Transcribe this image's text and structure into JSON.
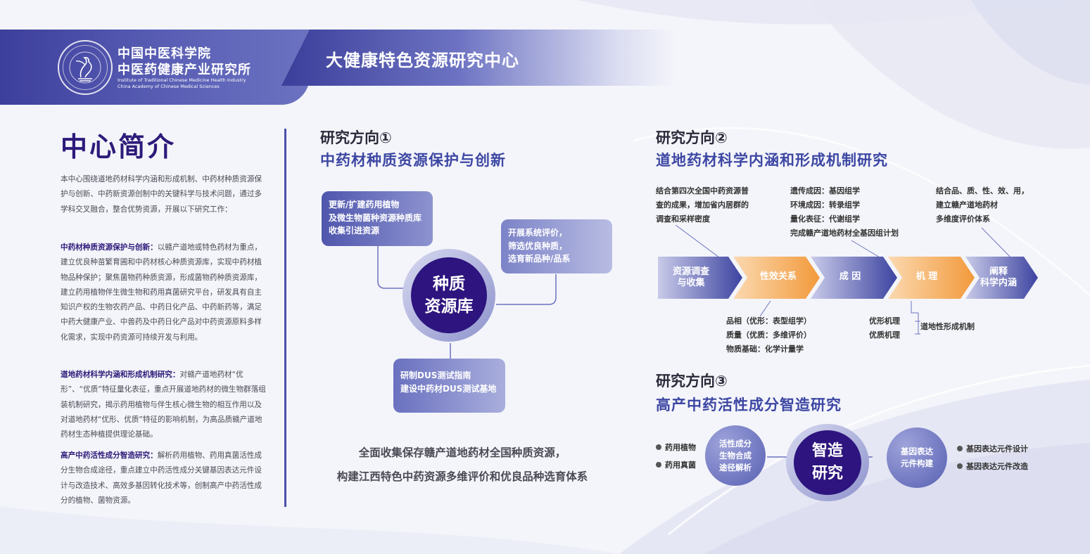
{
  "header": {
    "org_name_line1": "中国中医科学院",
    "org_name_line2": "中医药健康产业研究所",
    "org_en_line1": "Institute of Traditional Chinese Medicine Health Industry",
    "org_en_line2": "China Academy of Chinese Medical Sciences",
    "center_title": "大健康特色资源研究中心"
  },
  "intro": {
    "title": "中心简介",
    "paragraph": "本中心围绕道地药材科学内涵和形成机制、中药材种质资源保护与创新、中药新资源创制中的关键科学与技术问题，通过多学科交叉融合，整合优势资源，开展以下研究工作：",
    "items": [
      {
        "heading": "中药材种质资源保护与创新：",
        "text": "以赣产道地或特色药材为重点，建立优良种苗繁育圃和中药材核心种质资源库，实现中药材植物品种保护；聚焦菌物药种质资源，形成菌物药种质资源库，建立药用植物伴生微生物和药用真菌研究平台，研发具有自主知识产权的生物农药产品、中药日化产品、中药新药等，满足中药大健康产业、中兽药及中药日化产品对中药资源原料多样化需求，实现中药资源可持续开发与利用。"
      },
      {
        "heading": "道地药材科学内涵和形成机制研究：",
        "text": "对赣产道地药材“优形”、“优质”特征量化表征，重点开展道地药材的微生物群落组装机制研究，揭示药用植物与伴生核心微生物的相互作用以及对道地药材“优形、优质”特征的影响机制，为高品质赣产道地药材生态种植提供理论基础。"
      },
      {
        "heading": "高产中药活性成分智造研究：",
        "text": "解析药用植物、药用真菌活性成分生物合成途径，重点建立中药活性成分关键基因表达元件设计与改造技术、高效多基因转化技术等，创制高产中药活性成分的植物、菌物资源。"
      }
    ]
  },
  "dir1": {
    "title": "研究方向①",
    "subtitle": "中药材种质资源保护与创新",
    "box_a": [
      "更新/扩建药用植物",
      "及微生物菌种资源种质库",
      "收集引进资源"
    ],
    "box_b": [
      "开展系统评价，",
      "筛选优良种质，",
      "选育新品种/品系"
    ],
    "box_c": [
      "研制DUS测试指南",
      "建设中药材DUS测试基地"
    ],
    "core": [
      "种质",
      "资源库"
    ],
    "summary_line1": "全面收集保存赣产道地药材全国种质资源，",
    "summary_line2": "构建江西特色中药资源多维评价和优良品种选育体系"
  },
  "dir2": {
    "title": "研究方向②",
    "subtitle": "道地药材科学内涵和形成机制研究",
    "note_left": [
      "结合第四次全国中药资源普",
      "查的成果，增加省内居群的",
      "调查和采样密度"
    ],
    "note_mid": [
      "遗传成因：基因组学",
      "环境成因：转录组学",
      "量化表征：代谢组学",
      "完成赣产道地药材全基因组计划"
    ],
    "note_right": [
      "结合品、质、性、效、用，",
      "建立赣产道地药材",
      "多维度评价体系"
    ],
    "chevrons": [
      {
        "label1": "资源调查",
        "label2": "与收集",
        "color": "#4149a4"
      },
      {
        "label1": "性效关系",
        "label2": "",
        "color": "#f2a24a"
      },
      {
        "label1": "成  因",
        "label2": "",
        "color": "#4149a4"
      },
      {
        "label1": "机  理",
        "label2": "",
        "color": "#f2a24a"
      },
      {
        "label1": "阐释",
        "label2": "科学内涵",
        "color": "#4149a4"
      }
    ],
    "bottom_left": [
      "品相（优形：表型组学）",
      "质量（优质：多维评价）",
      "物质基础：化学计量学"
    ],
    "bottom_right_items": [
      "优形机理",
      "优质机理"
    ],
    "bottom_right_result": "道地性形成机制"
  },
  "dir3": {
    "title": "研究方向③",
    "subtitle": "高产中药活性成分智造研究",
    "left_bullets": [
      "药用植物",
      "药用真菌"
    ],
    "left_circle": [
      "活性成分",
      "生物合成",
      "途径解析"
    ],
    "core": [
      "智造",
      "研究"
    ],
    "right_circle": [
      "基因表达",
      "元件构建"
    ],
    "right_bullets": [
      "基因表达元件设计",
      "基因表达元件改造"
    ]
  },
  "colors": {
    "primary": "#2d147e",
    "accent_blue": "#4149a4",
    "accent_orange": "#f2a24a",
    "heading_blue": "#3d47a3"
  }
}
